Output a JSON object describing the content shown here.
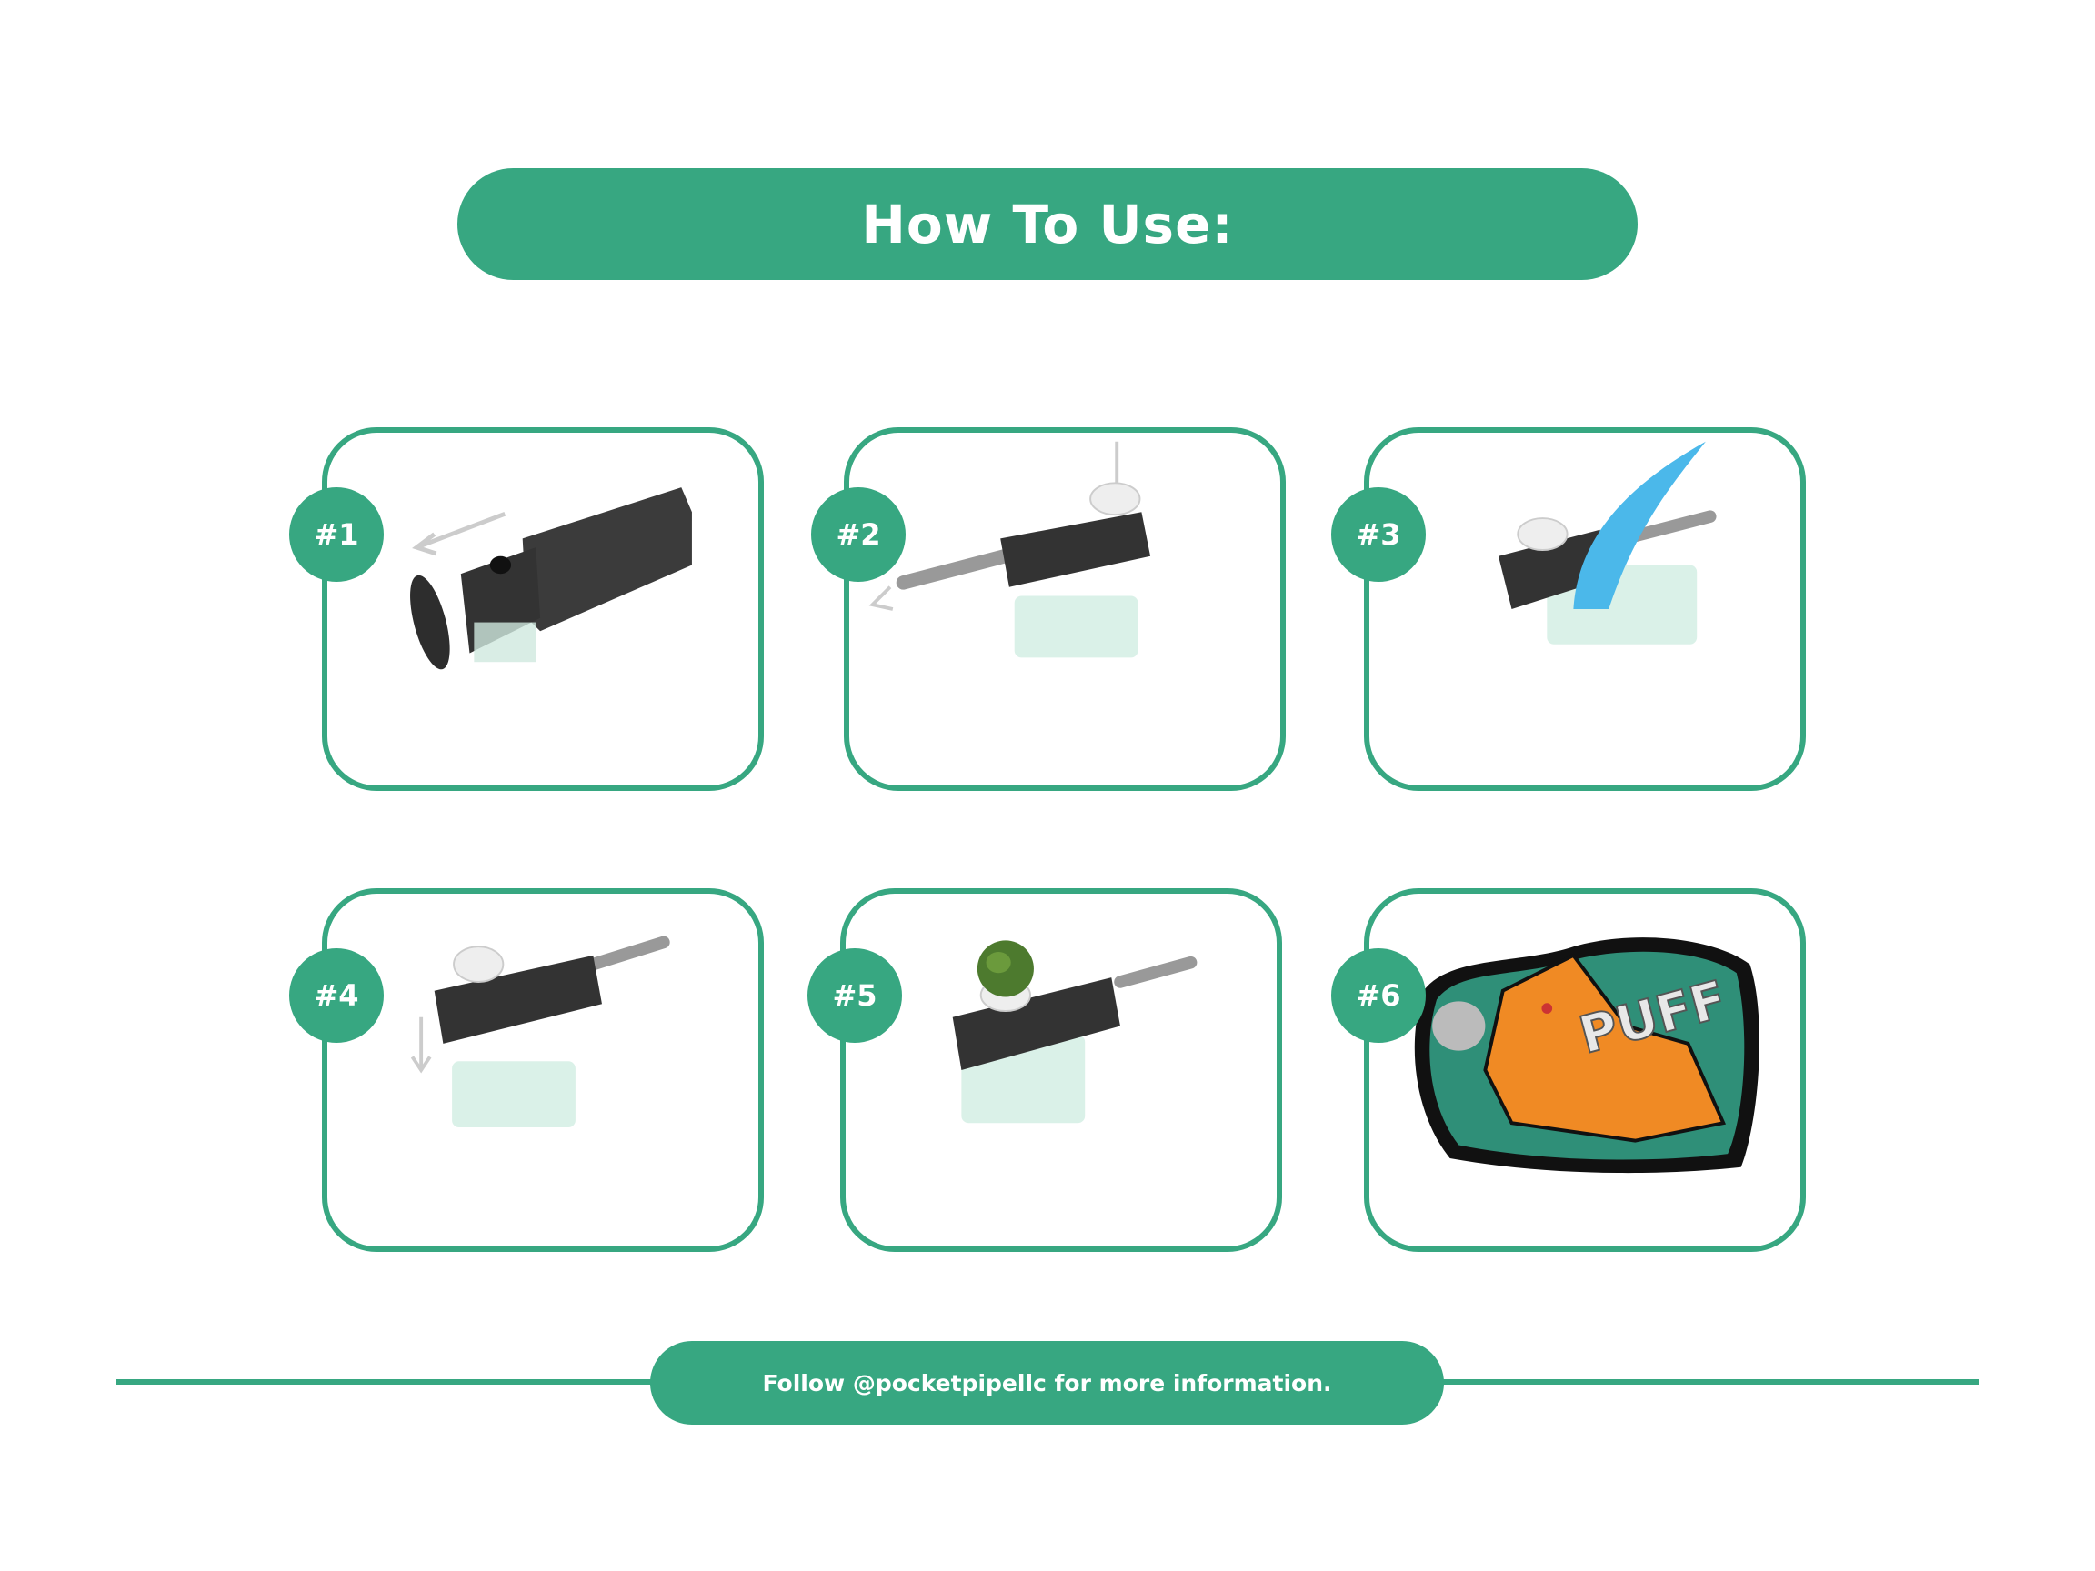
{
  "header": {
    "title": "How To Use:"
  },
  "steps": [
    {
      "label": "#1",
      "illustration": "remove-cap"
    },
    {
      "label": "#2",
      "illustration": "pull-stem-insert-bowl"
    },
    {
      "label": "#3",
      "illustration": "fill-water"
    },
    {
      "label": "#4",
      "illustration": "attach-chamber"
    },
    {
      "label": "#5",
      "illustration": "pack-bowl"
    },
    {
      "label": "#6",
      "illustration": "puff-sticker",
      "logo_text": "PUFF"
    }
  ],
  "footer": {
    "text": "Follow @pocketpipellc for more information."
  },
  "colors": {
    "accent": "#37a781",
    "device": "#3a3a3a",
    "water": "#4bb8ea",
    "sticker": "#f08a24"
  }
}
